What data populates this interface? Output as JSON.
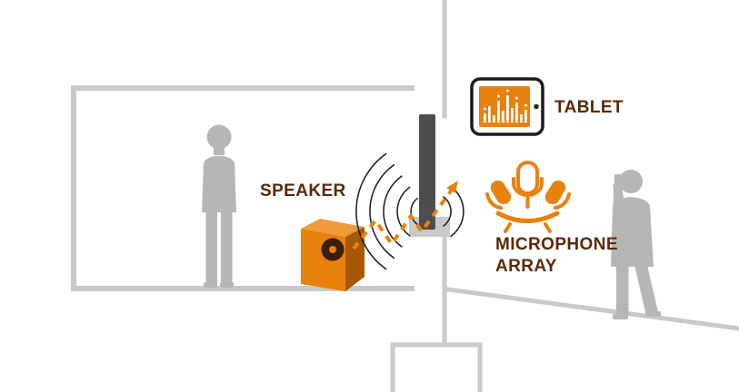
{
  "labels": {
    "speaker": "SPEAKER",
    "tablet": "TABLET",
    "microphone_array": "MICROPHONE\nARRAY"
  },
  "colors": {
    "orange": "#E8820D",
    "orangelight": "#F09A3A",
    "orangedark": "#A85703",
    "cone": "#3A1D04",
    "label": "#5A2806",
    "silhouette": "#B6B6B6",
    "outline": "#C9C9C9",
    "sensor": "#4D4D4D",
    "wave": "#1A1A1A"
  },
  "icons": {
    "tablet": "tablet-audio-spectrum-icon",
    "microphone_array": "microphone-array-icon",
    "speaker": "speaker-box-icon",
    "sound_waves": "sound-waves-icon",
    "signal_path": "signal-path-arrow",
    "person_left": "person-silhouette",
    "person_right": "person-with-phone-silhouette"
  }
}
